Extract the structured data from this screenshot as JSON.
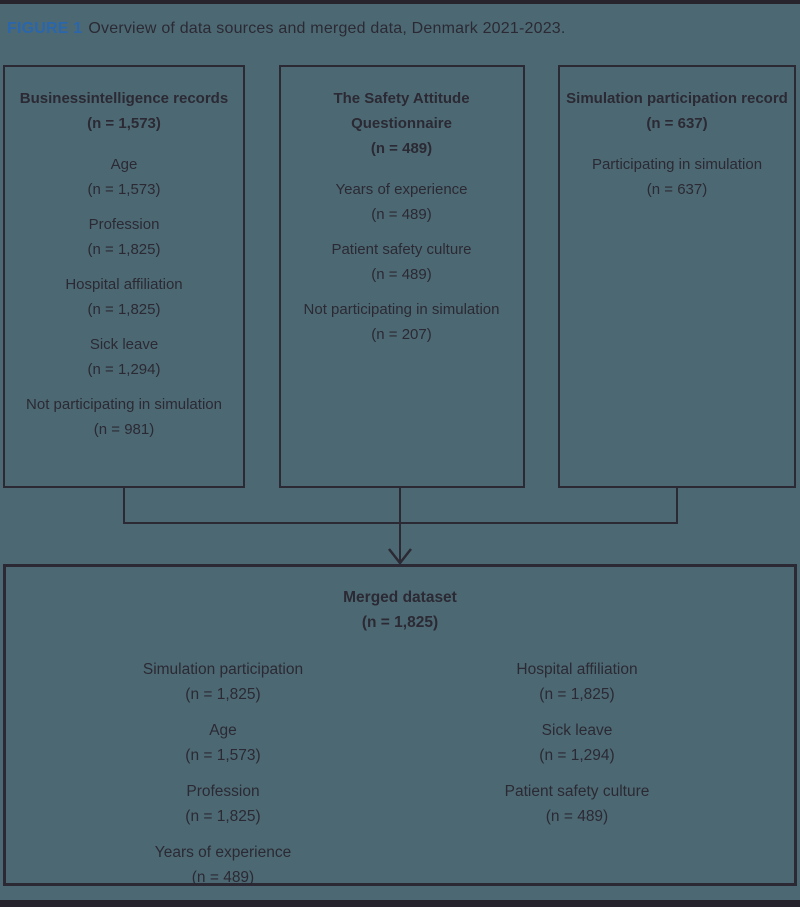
{
  "figure": {
    "caption_label": "FIGURE 1",
    "caption_text": "Overview of data sources and merged data, Denmark 2021-2023."
  },
  "colors": {
    "background": "#4c6973",
    "edge_bars": "#27242e",
    "box_border_and_text": "#2b2933",
    "caption_label_blue": "#2a66ac"
  },
  "source_boxes": [
    {
      "title": "Businessintelligence records",
      "n": "(n = 1,573)",
      "items": [
        {
          "label": "Age",
          "n": "(n = 1,573)"
        },
        {
          "label": "Profession",
          "n": "(n = 1,825)"
        },
        {
          "label": "Hospital affiliation",
          "n": "(n = 1,825)"
        },
        {
          "label": "Sick leave",
          "n": "(n = 1,294)"
        },
        {
          "label": "Not participating in simulation",
          "n": "(n = 981)"
        }
      ]
    },
    {
      "title": "The Safety Attitude Questionnaire",
      "n": "(n = 489)",
      "items": [
        {
          "label": "Years of experience",
          "n": "(n = 489)"
        },
        {
          "label": "Patient safety culture",
          "n": "(n = 489)"
        },
        {
          "label": "Not participating in simulation",
          "n": "(n = 207)"
        }
      ]
    },
    {
      "title": "Simulation participation record",
      "n": "(n = 637)",
      "items": [
        {
          "label": "Participating in simulation",
          "n": "(n = 637)"
        }
      ]
    }
  ],
  "merged_box": {
    "title": "Merged dataset",
    "n": "(n = 1,825)",
    "left_items": [
      {
        "label": "Simulation participation",
        "n": "(n = 1,825)"
      },
      {
        "label": "Age",
        "n": "(n = 1,573)"
      },
      {
        "label": "Profession",
        "n": "(n = 1,825)"
      },
      {
        "label": "Years of experience",
        "n": "(n = 489)"
      }
    ],
    "right_items": [
      {
        "label": "Hospital affiliation",
        "n": "(n = 1,825)"
      },
      {
        "label": "Sick leave",
        "n": "(n = 1,294)"
      },
      {
        "label": "Patient safety culture",
        "n": "(n = 489)"
      }
    ]
  }
}
